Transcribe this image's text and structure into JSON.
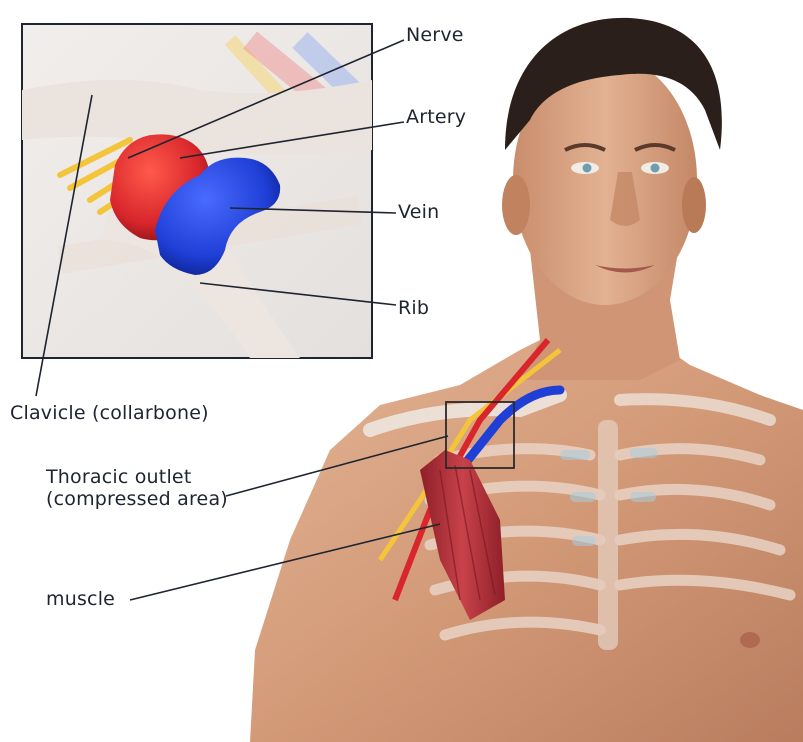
{
  "labels": {
    "nerve": "Nerve",
    "artery": "Artery",
    "vein": "Vein",
    "rib": "Rib",
    "clavicle": "Clavicle (collarbone)",
    "thoracic_line1": "Thoracic outlet",
    "thoracic_line2": "(compressed area)",
    "muscle": "muscle"
  },
  "colors": {
    "artery": "#d8262c",
    "vein": "#1f3fd6",
    "nerve": "#f4c43a",
    "muscle": "#b8323a",
    "skin": "#d9a07f",
    "leader_line": "#1e2430"
  }
}
